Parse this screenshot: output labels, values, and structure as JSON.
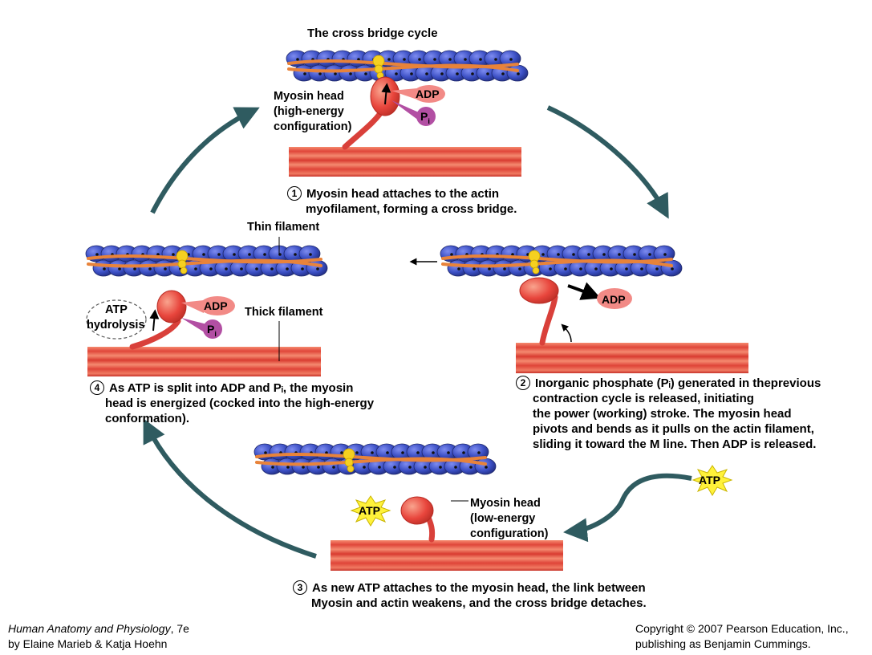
{
  "title": "The cross bridge cycle",
  "labels": {
    "myosin_head_high": [
      "Myosin head",
      "(high-energy",
      "configuration)"
    ],
    "myosin_head_low": [
      "Myosin head",
      "(low-energy",
      "configuration)"
    ],
    "thin_filament": "Thin filament",
    "thick_filament": "Thick filament",
    "atp_hydrolysis": [
      "ATP",
      "hydrolysis"
    ],
    "adp": "ADP",
    "pi": "P",
    "pi_sub": "i",
    "atp": "ATP"
  },
  "steps": [
    {
      "number": "1",
      "lines": [
        "Myosin head attaches to the actin",
        "myofilament, forming a cross bridge."
      ]
    },
    {
      "number": "2",
      "lines": [
        "Inorganic phosphate (Pᵢ) generated in theprevious",
        "contraction cycle is released, initiating",
        "the power (working) stroke. The myosin head",
        "pivots and bends as it pulls on the actin filament,",
        "sliding it toward the M line. Then ADP is released."
      ]
    },
    {
      "number": "3",
      "lines": [
        "As new ATP attaches to the myosin head, the link between",
        "Myosin and actin weakens, and the cross bridge detaches."
      ]
    },
    {
      "number": "4",
      "lines": [
        "As ATP is split into ADP and Pᵢ, the myosin",
        "head is energized (cocked into the high-energy",
        "conformation)."
      ]
    }
  ],
  "footer": {
    "book_title": "Human Anatomy and Physiology",
    "book_edition": ", 7e",
    "authors": "by Elaine Marieb & Katja Hoehn",
    "copyright": "Copyright © 2007 Pearson Education, Inc.,",
    "publisher": "publishing as Benjamin Cummings."
  },
  "colors": {
    "actin_blue": "#3b4fc4",
    "tropomyosin": "#e8833a",
    "troponin": "#f5d020",
    "thick_filament": "#e0463a",
    "myosin_head": "#e8453c",
    "adp_pink": "#f28a86",
    "pi_purple": "#b24fa3",
    "atp_yellow": "#fff23a",
    "cycle_arrow": "#2f5b60"
  }
}
